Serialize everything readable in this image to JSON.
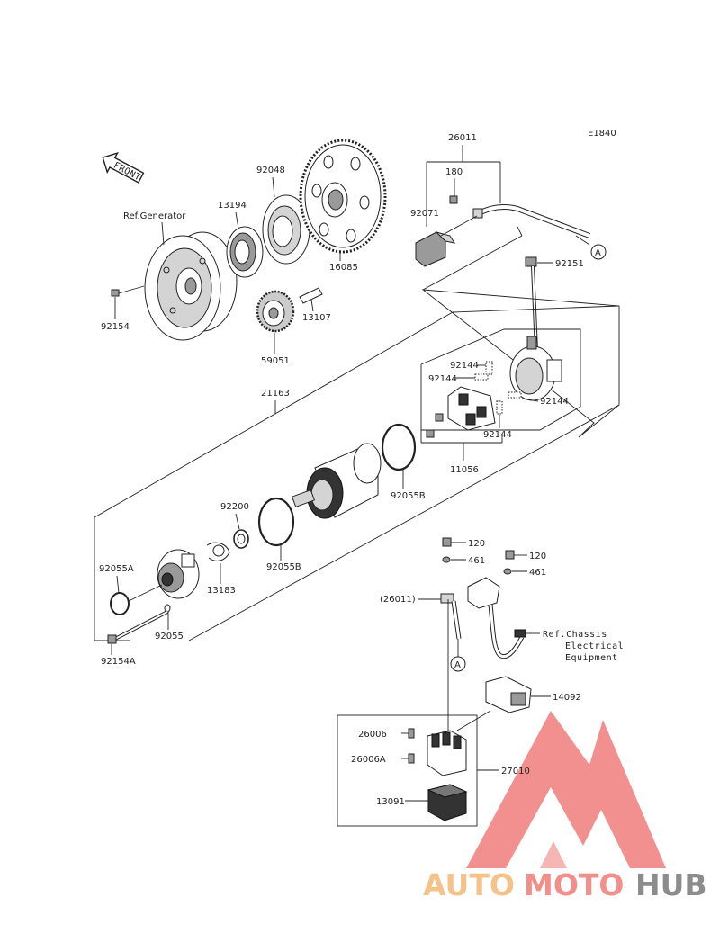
{
  "diagram": {
    "code": "E1840",
    "front_label": "FRONT",
    "ref_generator": "Ref.Generator",
    "ref_chassis": [
      "Ref.Chassis",
      "Electrical",
      "Equipment"
    ],
    "circle_marker": "A",
    "parts": {
      "p26011": "26011",
      "p180": "180",
      "p92071": "92071",
      "p92151": "92151",
      "p92048": "92048",
      "p13194": "13194",
      "p16085": "16085",
      "p92154": "92154",
      "p13107": "13107",
      "p59051": "59051",
      "p21163": "21163",
      "p92144a": "92144",
      "p92144b": "92144",
      "p92144c": "92144",
      "p92144d": "92144",
      "p11056": "11056",
      "p92055B_a": "92055B",
      "p92200": "92200",
      "p92055B_b": "92055B",
      "p92055A": "92055A",
      "p13183": "13183",
      "p92055": "92055",
      "p92154A": "92154A",
      "p120a": "120",
      "p461a": "461",
      "p120b": "120",
      "p461b": "461",
      "p26011ref": "(26011)",
      "p14092": "14092",
      "p26006": "26006",
      "p26006A": "26006A",
      "p27010": "27010",
      "p13091": "13091"
    }
  },
  "watermark": {
    "auto": "AUTO",
    "moto": "MOTO",
    "hub": "HUB",
    "color_auto": "#f5c28a",
    "color_moto": "#f28f8a",
    "color_hub": "#8c8c8c",
    "color_logo": "#f07d7d"
  }
}
